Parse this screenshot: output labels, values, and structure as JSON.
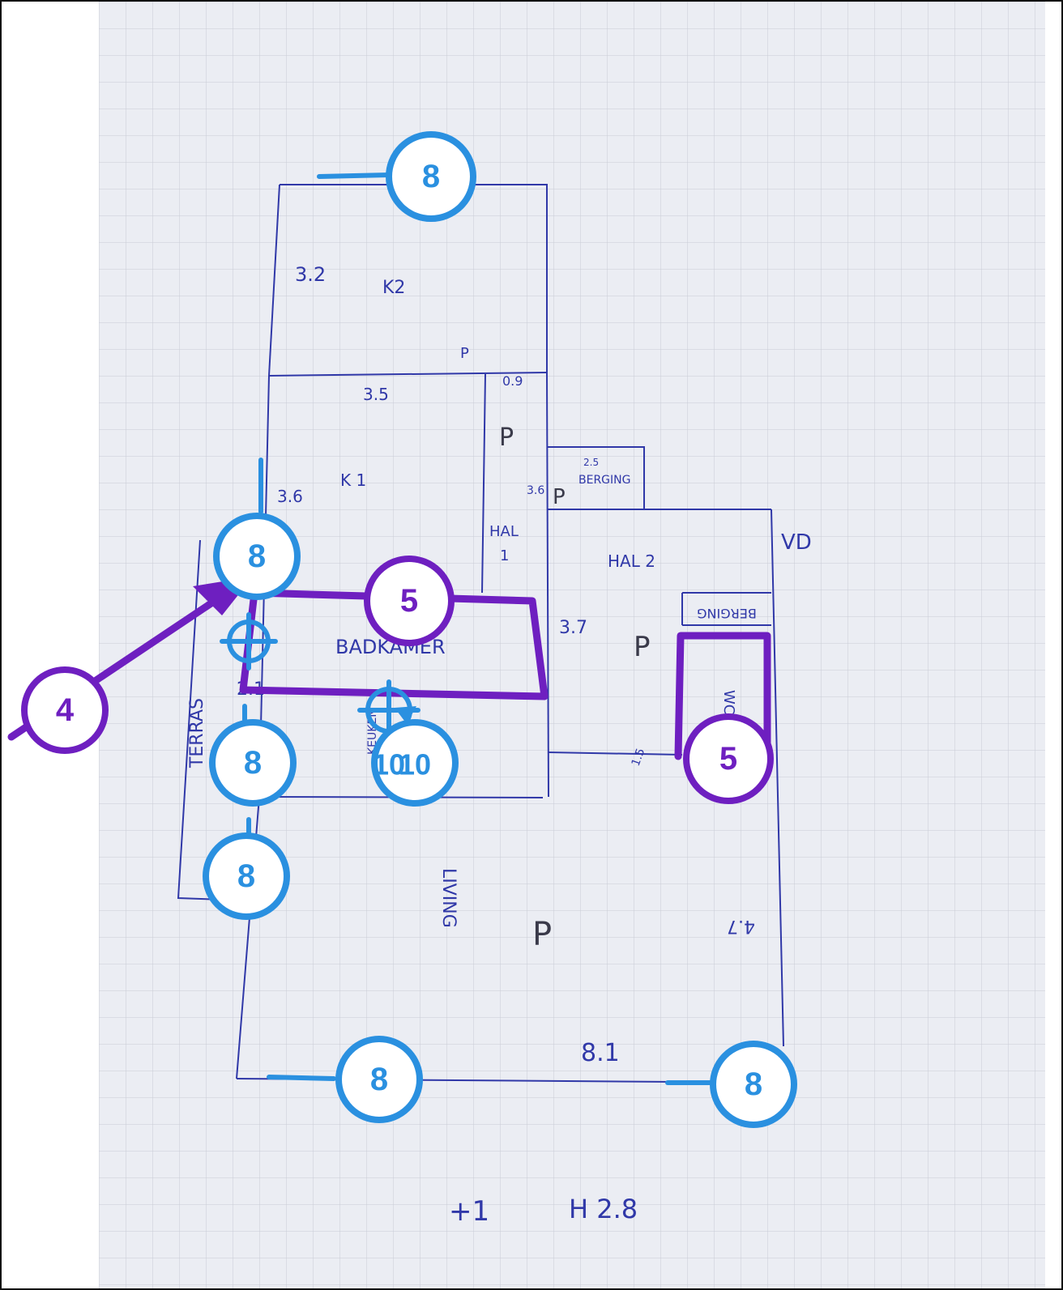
{
  "sketch": {
    "labels": {
      "d_3_2": "3.2",
      "k2": "K2",
      "p_top": "P",
      "d_3_5": "3.5",
      "d_0_9": "0.9",
      "p_hall1": "P",
      "k1": "K 1",
      "d_3_6": "3.6",
      "d_3_6b": "3.6",
      "p_berging": "P",
      "berging": "BERGING",
      "d_2_5": "2.5",
      "vd": "VD",
      "hal1_a": "HAL",
      "hal1_b": "1",
      "hal2": "HAL 2",
      "berging2": "BERGING",
      "d_3_7": "3.7",
      "p_hal2": "P",
      "badkamer": "BADKAMER",
      "wc": "WC",
      "keuken": "KEUKEN",
      "d_2_1": "2.1",
      "d_1_5": "1.5",
      "terras": "TERRAS",
      "living": "LIVING",
      "p_living": "P",
      "d_4_7": "4.7",
      "d_8_1": "8.1",
      "footer_left": "+1",
      "footer_right": "H 2.8"
    }
  },
  "colors": {
    "paper": "#ebedf3",
    "grid": "#c8ccd6",
    "ink": "#3038a8",
    "marker_blue": "#2a90e0",
    "marker_purple": "#6e1fc0",
    "marker_fill": "#ffffff"
  },
  "markers": [
    {
      "id": "m8_top",
      "label": "8",
      "kind": "blue"
    },
    {
      "id": "m8_left",
      "label": "8",
      "kind": "blue"
    },
    {
      "id": "m5_bath",
      "label": "5",
      "kind": "purple"
    },
    {
      "id": "m4",
      "label": "4",
      "kind": "purple"
    },
    {
      "id": "m8_mid",
      "label": "8",
      "kind": "blue"
    },
    {
      "id": "m10_a",
      "label": "10",
      "kind": "blue"
    },
    {
      "id": "m10_b",
      "label": "10",
      "kind": "blue"
    },
    {
      "id": "m5_wc",
      "label": "5",
      "kind": "purple"
    },
    {
      "id": "m8_lower",
      "label": "8",
      "kind": "blue"
    },
    {
      "id": "m8_bottom_left",
      "label": "8",
      "kind": "blue"
    },
    {
      "id": "m8_bottom_right",
      "label": "8",
      "kind": "blue"
    }
  ]
}
